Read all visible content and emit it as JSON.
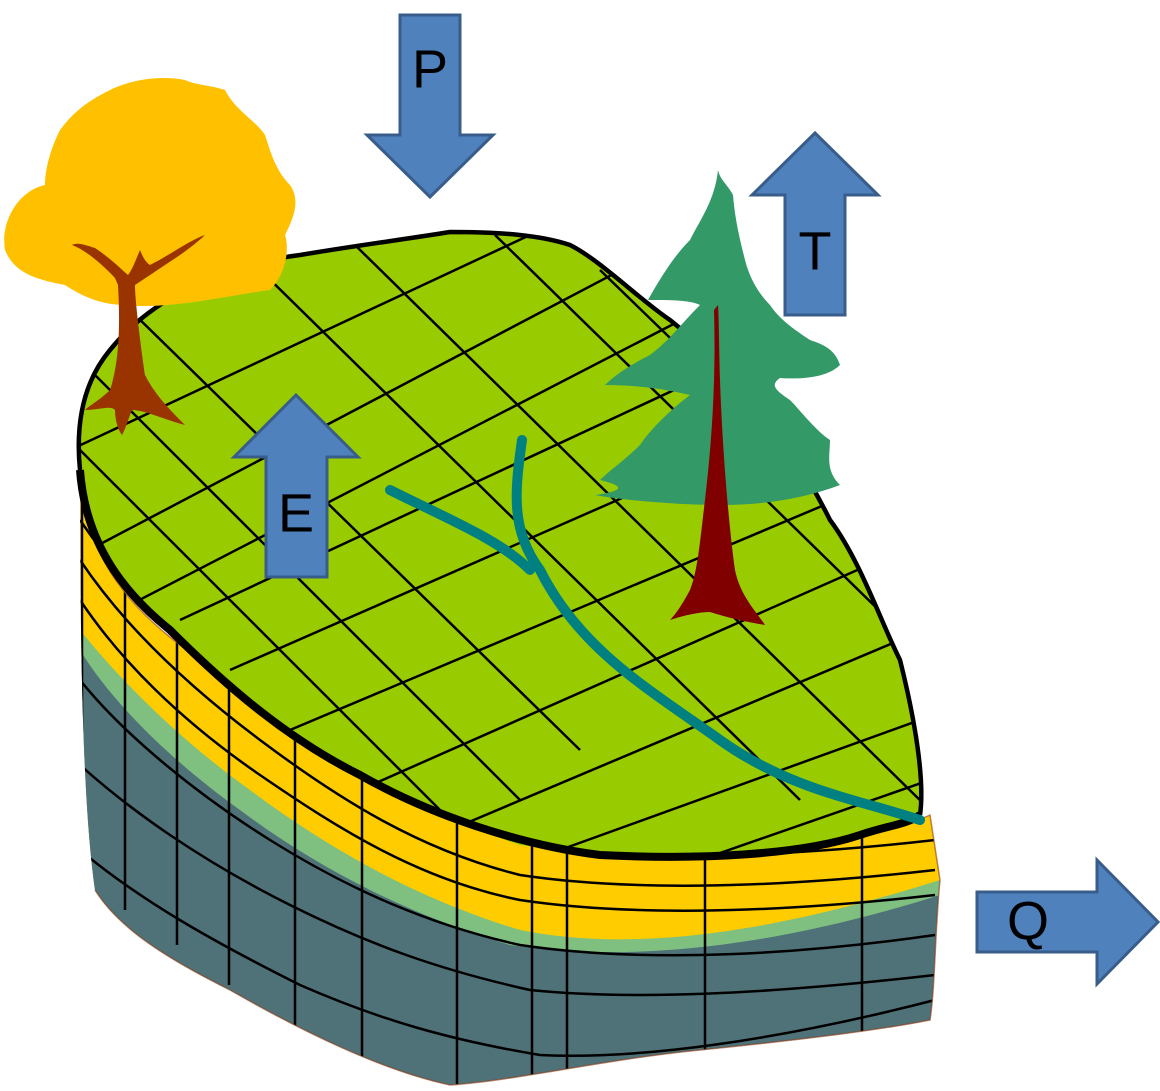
{
  "diagram": {
    "labels": {
      "precipitation": "P",
      "transpiration": "T",
      "evaporation": "E",
      "discharge": "Q"
    },
    "colors": {
      "surface": "#99cc00",
      "soil_top": "#ffcc00",
      "soil_mid": "#7fbf7f",
      "bedrock": "#4f7178",
      "arrow": "#4f81bd",
      "arrow_stroke": "#385d8a",
      "stream": "#008080",
      "deciduous_canopy": "#ffc000",
      "deciduous_trunk": "#993300",
      "conifer": "#339966",
      "conifer_trunk": "#800000",
      "grid": "#000000"
    }
  }
}
